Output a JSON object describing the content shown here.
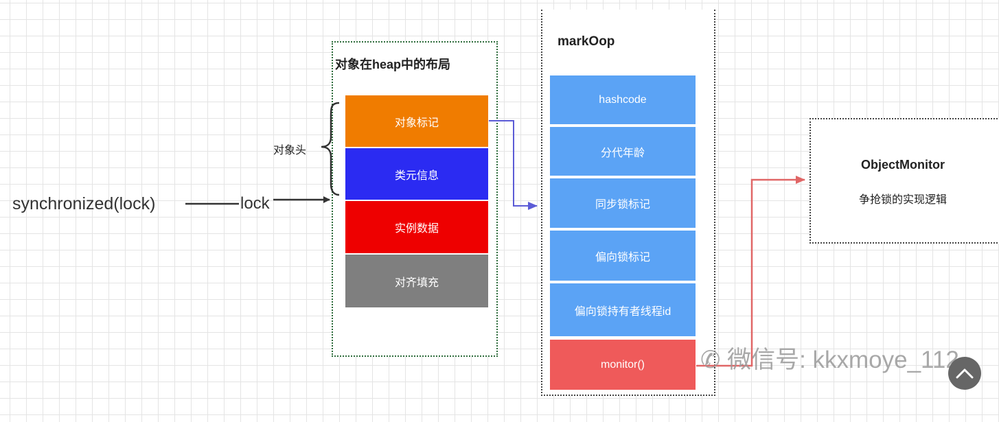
{
  "left": {
    "sync_text": "synchronized(lock)",
    "lock_text": "lock",
    "header_text": "对象头"
  },
  "heap": {
    "title": "对象在heap中的布局",
    "cells": [
      {
        "label": "对象标记",
        "color": "#f07c00"
      },
      {
        "label": "类元信息",
        "color": "#2b2bf2"
      },
      {
        "label": "实例数据",
        "color": "#ee0000"
      },
      {
        "label": "对齐填充",
        "color": "#7f7f7f"
      }
    ]
  },
  "markoop": {
    "title": "markOop",
    "cells": [
      {
        "label": "hashcode",
        "color": "#5ba3f5"
      },
      {
        "label": "分代年龄",
        "color": "#5ba3f5"
      },
      {
        "label": "同步锁标记",
        "color": "#5ba3f5"
      },
      {
        "label": "偏向锁标记",
        "color": "#5ba3f5"
      },
      {
        "label": "偏向锁持有者线程id",
        "color": "#5ba3f5"
      },
      {
        "label": "monitor()",
        "color": "#ef5a5a"
      }
    ]
  },
  "monitor": {
    "title": "ObjectMonitor",
    "subtitle": "争抢锁的实现逻辑"
  },
  "watermark": "微信号: kkxmoye_112",
  "colors": {
    "arrow_blue": "#5b5bd6",
    "arrow_red": "#e06666",
    "connector": "#333333"
  }
}
